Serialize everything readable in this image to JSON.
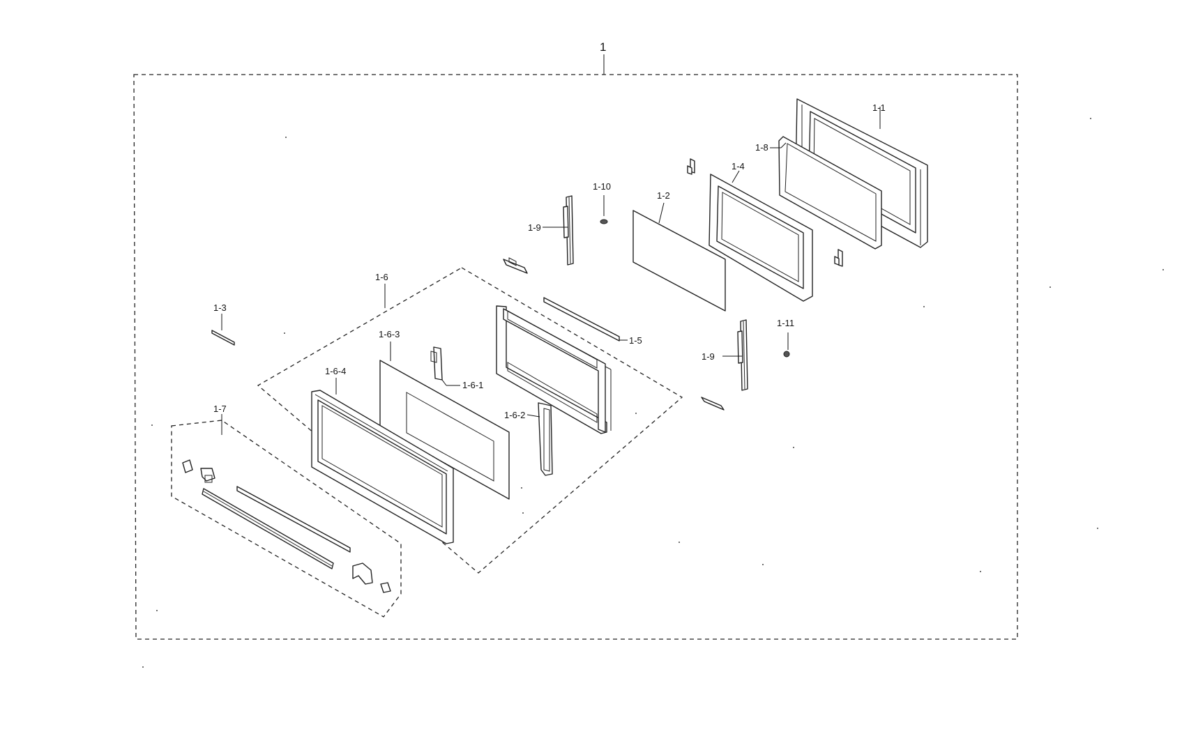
{
  "callouts": {
    "c1": "1",
    "c1_1": "1-1",
    "c1_2": "1-2",
    "c1_3": "1-3",
    "c1_4": "1-4",
    "c1_5": "1-5",
    "c1_6": "1-6",
    "c1_6_1": "1-6-1",
    "c1_6_2": "1-6-2",
    "c1_6_3": "1-6-3",
    "c1_6_4": "1-6-4",
    "c1_7": "1-7",
    "c1_8": "1-8",
    "c1_9a": "1-9",
    "c1_9b": "1-9",
    "c1_10": "1-10",
    "c1_11": "1-11"
  },
  "colors": {
    "line": "#222222",
    "background": "#ffffff"
  }
}
